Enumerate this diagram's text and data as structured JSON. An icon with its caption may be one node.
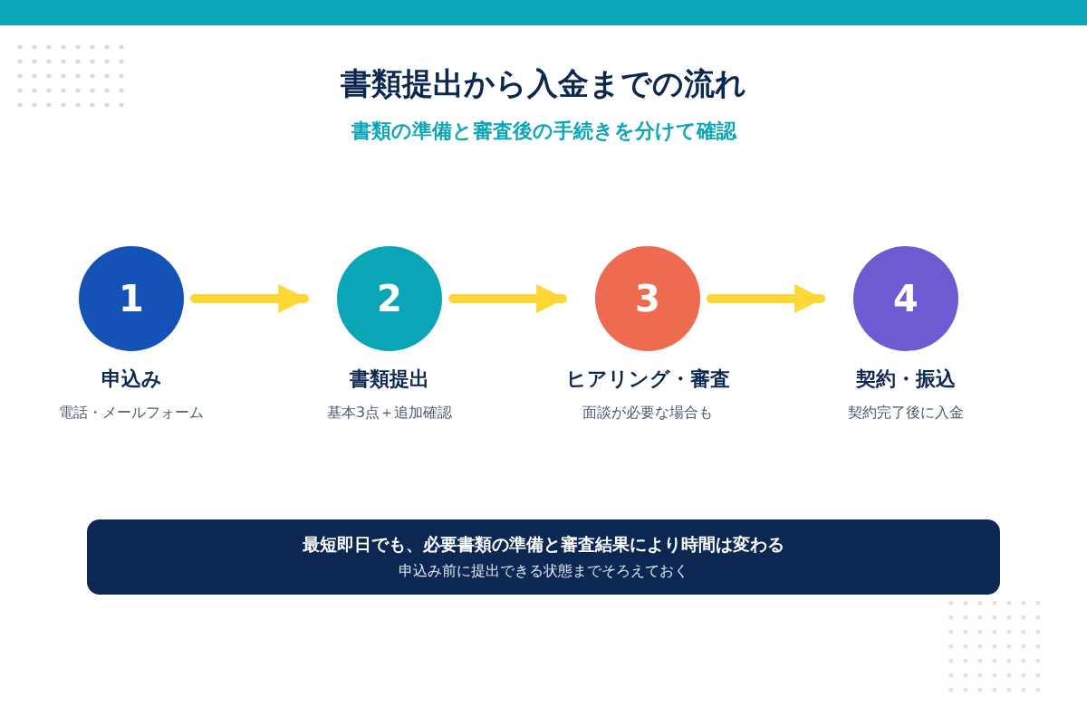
{
  "diagram": {
    "title": "書類提出から入金までの流れ",
    "caption": "書類の準備と審査後の手続きを分けて確認",
    "nodes": [
      {
        "text": [
          "1"
        ],
        "beside": [
          "申込み",
          "電話・メールフォーム"
        ]
      },
      {
        "text": [
          "2"
        ],
        "beside": [
          "書類提出",
          "基本3点＋追加確認"
        ]
      },
      {
        "text": [
          "3"
        ],
        "beside": [
          "ヒアリング・審査",
          "面談が必要な場合も"
        ]
      },
      {
        "text": [
          "4"
        ],
        "beside": [
          "契約・振込",
          "契約完了後に入金"
        ]
      },
      {
        "text": [
          "最短即日でも、必要書類の準備と審査結果により時間は変わる",
          "申込み前に提出できる状態までそろえておく"
        ]
      }
    ],
    "edges": [
      {
        "from": 0,
        "to": 1,
        "arrow": "to"
      },
      {
        "from": 1,
        "to": 2,
        "arrow": "to"
      },
      {
        "from": 2,
        "to": 3,
        "arrow": "to"
      }
    ]
  }
}
